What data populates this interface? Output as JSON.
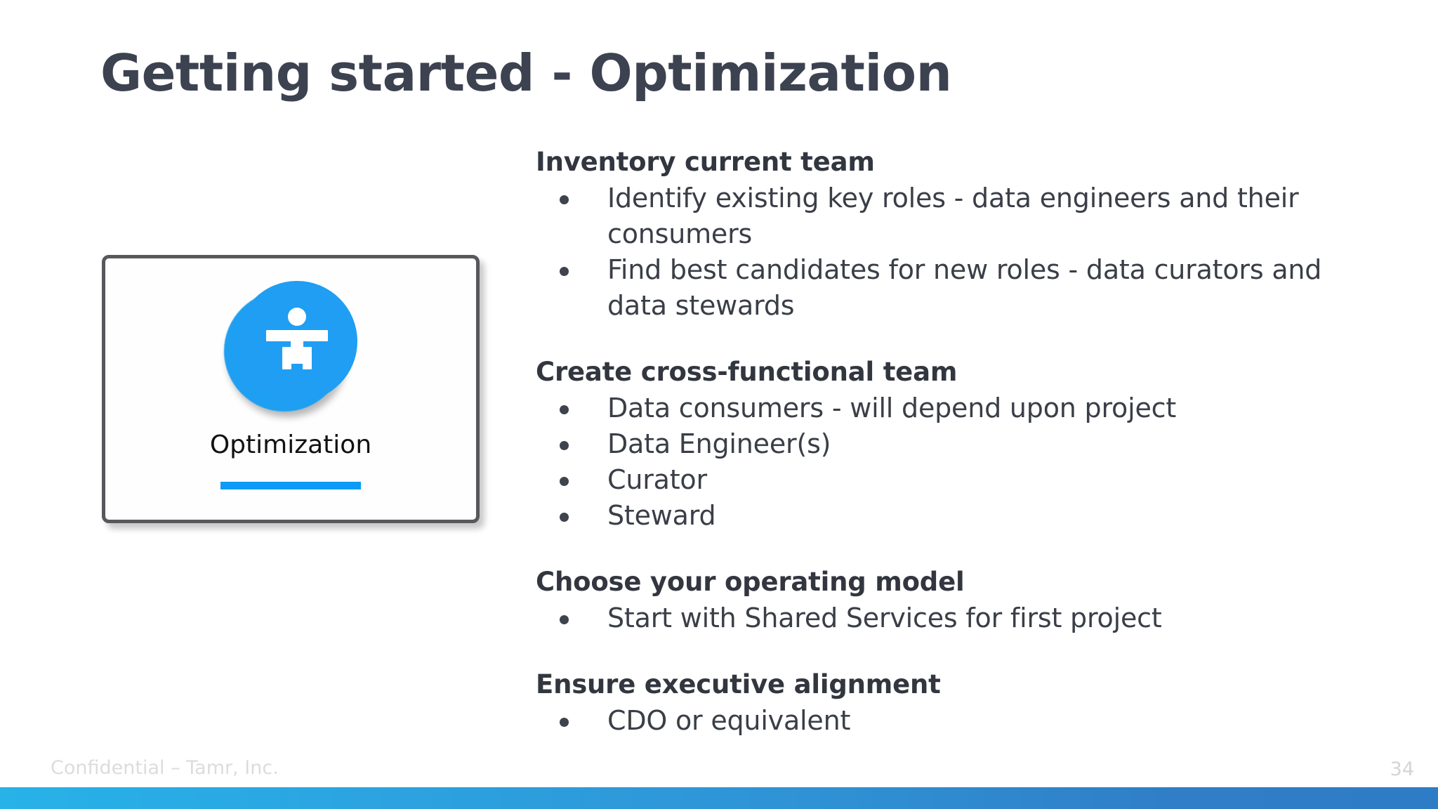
{
  "slide": {
    "title": "Getting started - Optimization",
    "title_color": "#3c4250",
    "background_color": "#ffffff"
  },
  "card": {
    "icon_name": "accessibility-person-icon",
    "icon_color": "#1f9ef4",
    "label": "Optimization",
    "underline_color": "#0d9bf5",
    "border_color": "#58585c"
  },
  "content": {
    "sections": [
      {
        "heading": "Inventory current team",
        "bullets": [
          "Identify existing key roles - data engineers and their consumers",
          "Find best candidates for new roles - data curators and data stewards"
        ]
      },
      {
        "heading": "Create cross-functional team",
        "bullets": [
          "Data consumers - will depend upon project",
          "Data Engineer(s)",
          "Curator",
          "Steward"
        ]
      },
      {
        "heading": "Choose your operating model",
        "bullets": [
          "Start with Shared Services for first project"
        ]
      },
      {
        "heading": "Ensure executive alignment",
        "bullets": [
          "CDO or equivalent"
        ]
      }
    ]
  },
  "footer": {
    "confidential_note": "Confidential – Tamr, Inc.",
    "page_number": "34",
    "bar_gradient_start": "#27b2e8",
    "bar_gradient_end": "#2f7cc6"
  }
}
